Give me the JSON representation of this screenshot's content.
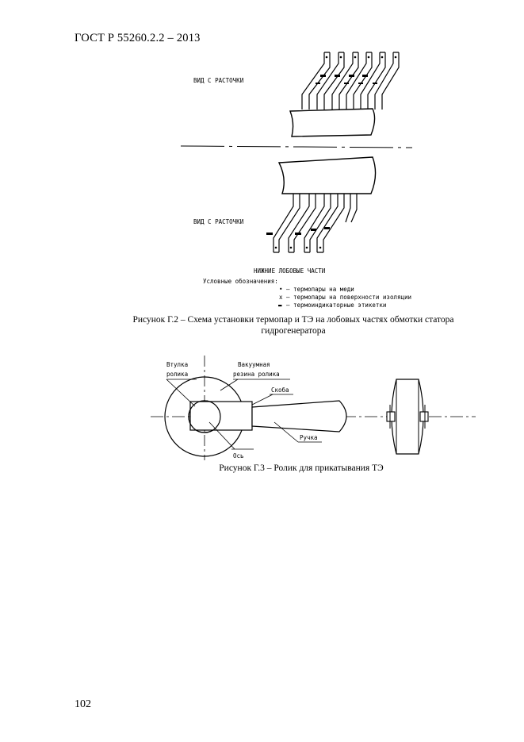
{
  "header": {
    "title": "ГОСТ Р 55260.2.2 – 2013"
  },
  "figure_g2": {
    "label_top": "ВИД С РАСТОЧКИ",
    "label_bottom": "ВИД С РАСТОЧКИ",
    "lower_title": "НИЖНИЕ ЛОБОВЫЕ ЧАСТИ",
    "legend_title": "Условные обозначения:",
    "legend_items": [
      {
        "symbol": "•",
        "text": "– термопары на меди"
      },
      {
        "symbol": "x",
        "text": "– термопары на поверхности изоляции"
      },
      {
        "symbol": "▬",
        "text": "– термоиндикаторные этикетки"
      }
    ],
    "caption_line1": "Рисунок Г.2 – Схема установки термопар и ТЭ на лобовых частях обмотки статора",
    "caption_line2": "гидрогенератора"
  },
  "figure_g3": {
    "label_hub_1": "Втулка",
    "label_hub_2": "ролика",
    "label_rubber_1": "Вакуумная",
    "label_rubber_2": "резина ролика",
    "label_bracket": "Скоба",
    "label_handle": "Ручка",
    "label_axle": "Ось",
    "caption": "Рисунок Г.3 – Ролик для прикатывания ТЭ"
  },
  "footer": {
    "page_number": "102"
  }
}
